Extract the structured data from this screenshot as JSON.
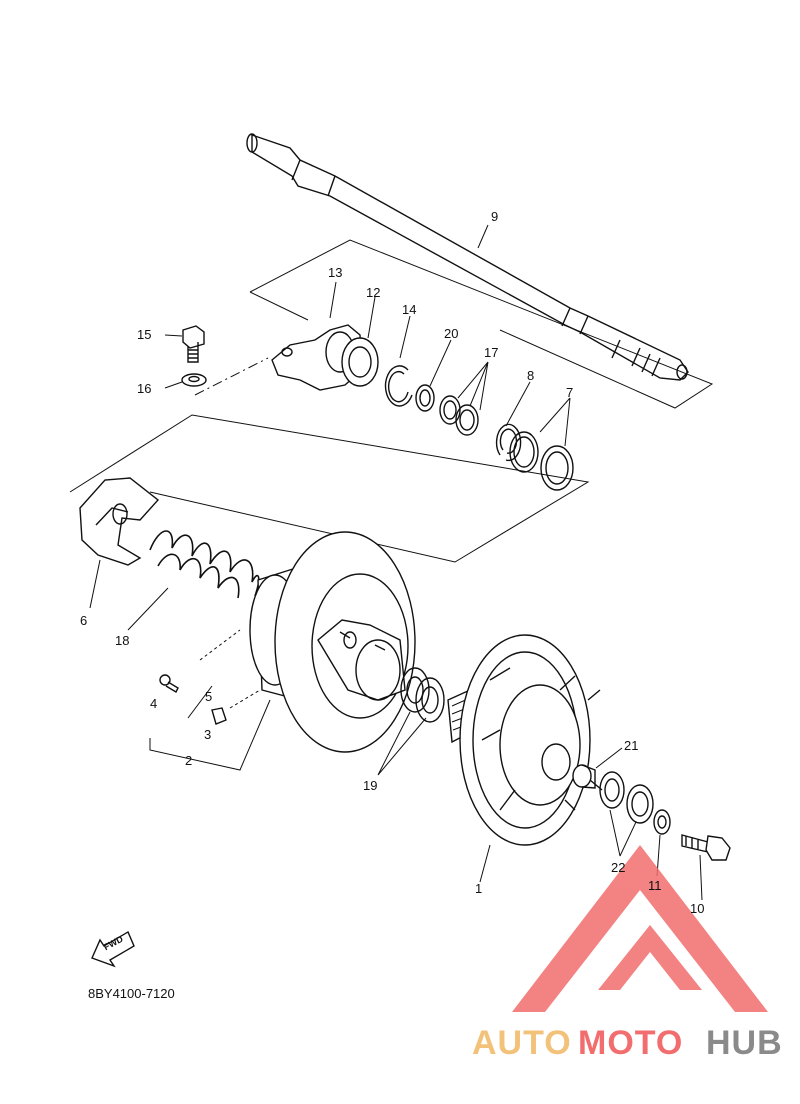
{
  "diagram": {
    "callouts": [
      {
        "id": "1",
        "text": "1"
      },
      {
        "id": "2",
        "text": "2"
      },
      {
        "id": "3",
        "text": "3"
      },
      {
        "id": "4",
        "text": "4"
      },
      {
        "id": "5",
        "text": "5"
      },
      {
        "id": "6",
        "text": "6"
      },
      {
        "id": "7",
        "text": "7"
      },
      {
        "id": "8",
        "text": "8"
      },
      {
        "id": "9",
        "text": "9"
      },
      {
        "id": "10",
        "text": "10"
      },
      {
        "id": "11",
        "text": "11"
      },
      {
        "id": "12",
        "text": "12"
      },
      {
        "id": "13",
        "text": "13"
      },
      {
        "id": "14",
        "text": "14"
      },
      {
        "id": "15",
        "text": "15"
      },
      {
        "id": "16",
        "text": "16"
      },
      {
        "id": "17",
        "text": "17"
      },
      {
        "id": "18",
        "text": "18"
      },
      {
        "id": "19",
        "text": "19"
      },
      {
        "id": "20",
        "text": "20"
      },
      {
        "id": "21",
        "text": "21"
      },
      {
        "id": "22",
        "text": "22"
      }
    ],
    "fwd_label": "FWD",
    "diagram_code": "8BY4100-7120"
  },
  "watermark": {
    "part1": "AUTO",
    "part2": "MOTO",
    "part3": "HUB",
    "colors": {
      "orange": "#f2c27a",
      "red": "#f26d6d",
      "gray": "#8a8a8a"
    }
  }
}
